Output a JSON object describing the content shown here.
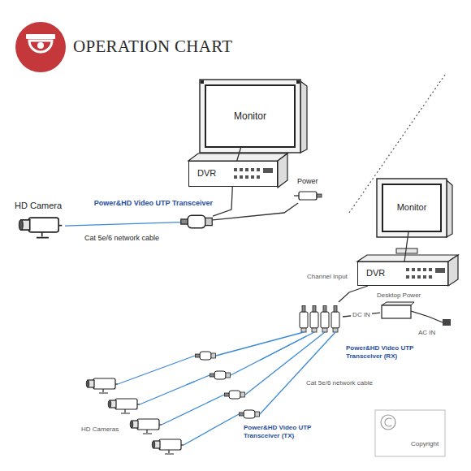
{
  "diagram": {
    "title": "OPERATION CHART",
    "nodes": [
      {
        "text": [
          "Monitor"
        ]
      },
      {
        "text": [
          "DVR"
        ]
      },
      {
        "text": [
          "HD Camera"
        ]
      },
      {
        "text": [
          "Power&HD Video UTP Transceiver"
        ]
      },
      {
        "text": [
          "Power"
        ]
      },
      {
        "text": [
          "Monitor"
        ]
      },
      {
        "text": [
          "DVR"
        ]
      },
      {
        "text": [
          "Power&HD Video UTP Transceiver (RX)"
        ]
      },
      {
        "text": [
          "Desktop Power"
        ]
      },
      {
        "text": [
          "HD Cameras"
        ]
      },
      {
        "text": [
          "Power&HD Video UTP Transceiver (TX)"
        ]
      }
    ],
    "edges": [
      {
        "from": 0,
        "to": 1,
        "arrow": "none"
      },
      {
        "from": 2,
        "to": 3,
        "label": "Cat 5e/6 network cable",
        "arrow": "none"
      },
      {
        "from": 3,
        "to": 1,
        "arrow": "none"
      },
      {
        "from": 3,
        "to": 4,
        "arrow": "none"
      },
      {
        "from": 5,
        "to": 6,
        "arrow": "none"
      },
      {
        "from": 7,
        "to": 6,
        "arrow": "none"
      },
      {
        "from": 8,
        "to": 7,
        "label": "DC IN",
        "arrow": "none"
      },
      {
        "from": 9,
        "to": 10,
        "arrow": "none"
      },
      {
        "from": 10,
        "to": 7,
        "label": "Cat 5e/6 network cable",
        "arrow": "none"
      }
    ],
    "labels": [
      "Channel Input",
      "AC IN",
      "Copyright"
    ]
  }
}
